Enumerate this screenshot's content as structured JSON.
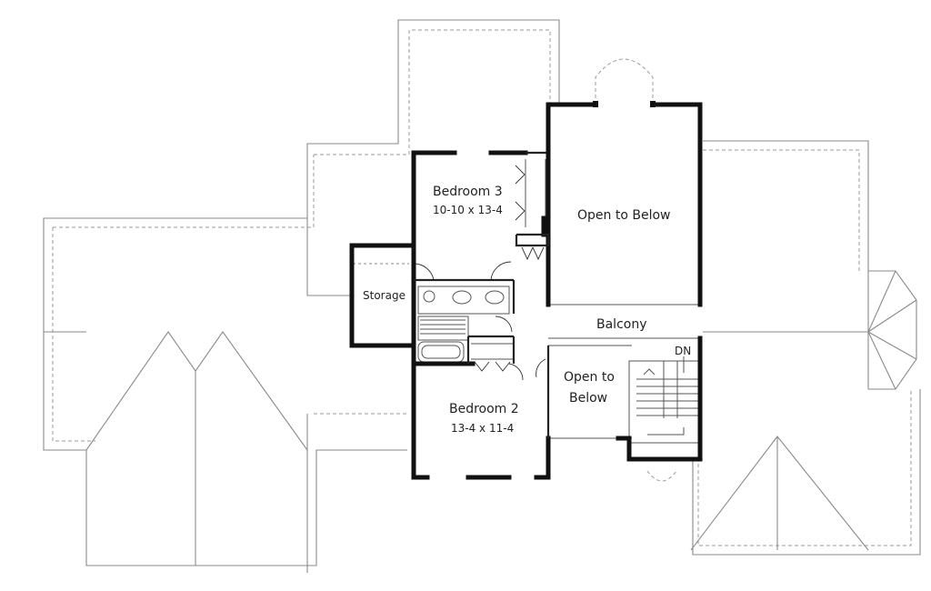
{
  "rooms": {
    "bedroom3": {
      "name": "Bedroom 3",
      "size": "10-10 x 13-4"
    },
    "bedroom2": {
      "name": "Bedroom 2",
      "size": "13-4 x 11-4"
    },
    "open_main": {
      "line1": "Open to Below"
    },
    "open_small": {
      "line1": "Open to",
      "line2": "Below"
    },
    "storage": {
      "name": "Storage"
    },
    "balcony": {
      "name": "Balcony"
    }
  },
  "stair": {
    "label": "DN"
  }
}
